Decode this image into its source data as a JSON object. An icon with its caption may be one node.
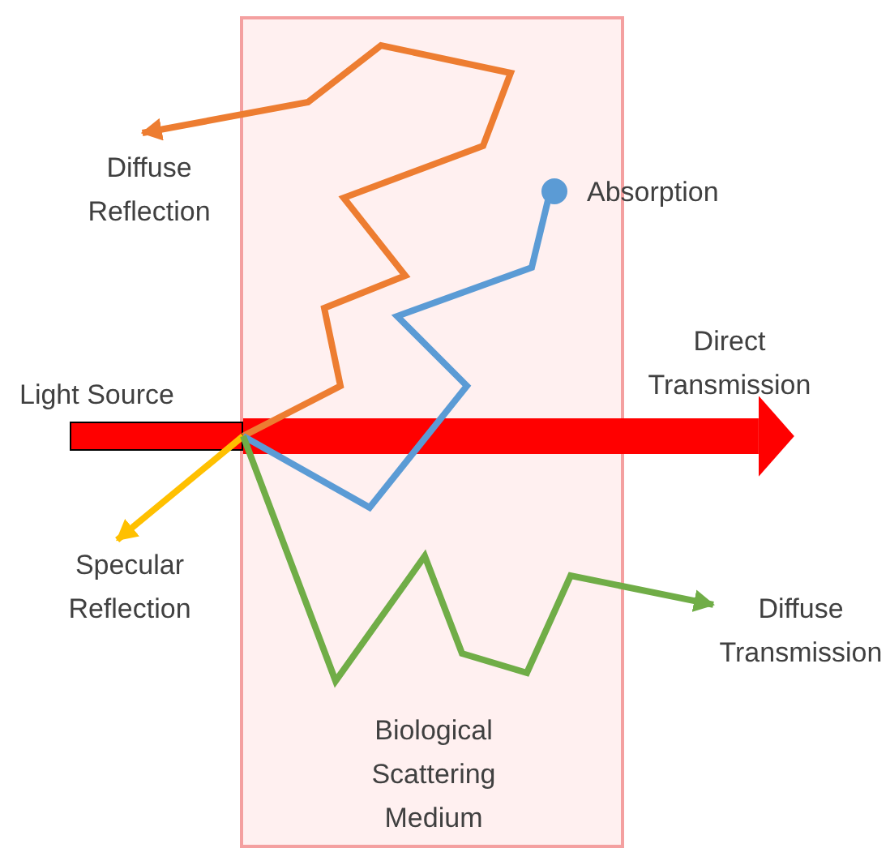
{
  "diagram": {
    "nodes": [
      {
        "text": [
          "Biological Scattering Medium"
        ]
      },
      {
        "text": [
          "Light Source"
        ]
      },
      {
        "text": [
          "Diffuse Reflection"
        ]
      },
      {
        "text": [],
        "shape": "circle",
        "in": 0,
        "beside": [
          "Absorption"
        ]
      },
      {
        "text": [
          "Specular Reflection"
        ]
      },
      {
        "text": [
          "Diffuse Transmission"
        ]
      },
      {
        "text": [
          "Direct Transmission"
        ]
      }
    ],
    "edges": [
      {
        "from": 1,
        "to": 6,
        "arrow": "to",
        "style": "thick",
        "color": "#ff0000"
      },
      {
        "from": 1,
        "to": 2,
        "arrow": "to",
        "color": "#ed7d31"
      },
      {
        "from": 1,
        "to": 3,
        "arrow": "none",
        "color": "#5b9bd5"
      },
      {
        "from": 1,
        "to": 4,
        "arrow": "to",
        "color": "#ffc000"
      },
      {
        "from": 1,
        "to": 5,
        "arrow": "to",
        "color": "#70ad47"
      }
    ]
  }
}
